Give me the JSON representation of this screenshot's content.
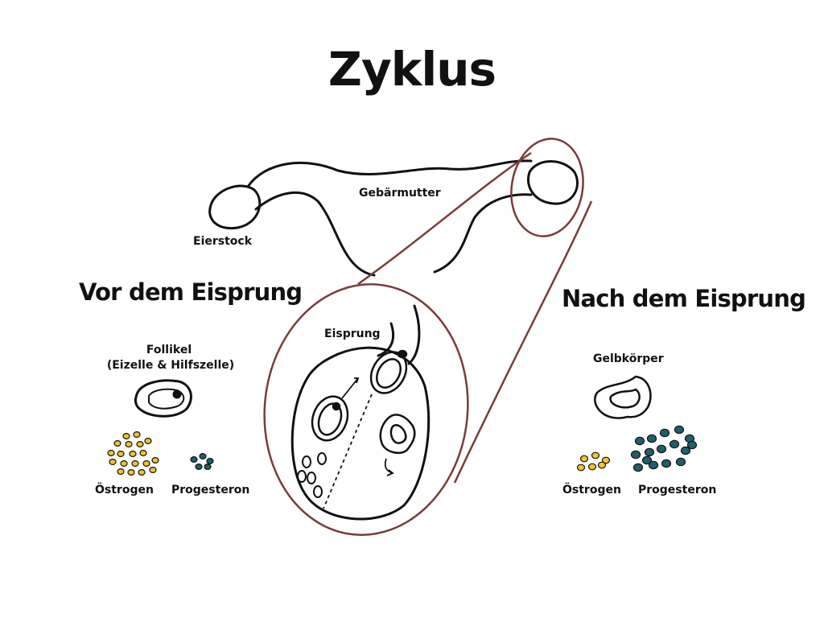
{
  "title": "Zyklus",
  "labels": {
    "uterus": "Gebärmutter",
    "ovary": "Eierstock",
    "ovulation": "Eisprung"
  },
  "before": {
    "heading": "Vor dem Eisprung",
    "follicle_line1": "Follikel",
    "follicle_line2": "(Eizelle & Hilfszelle)",
    "estrogen": "Östrogen",
    "progesterone": "Progesteron"
  },
  "after": {
    "heading": "Nach dem Eisprung",
    "corpus_luteum": "Gelbkörper",
    "estrogen": "Östrogen",
    "progesterone": "Progesteron"
  },
  "colors": {
    "estrogen": "#f2c230",
    "progesterone": "#1f5f6b",
    "zoom": "#7a3b3b",
    "line": "#111111"
  }
}
